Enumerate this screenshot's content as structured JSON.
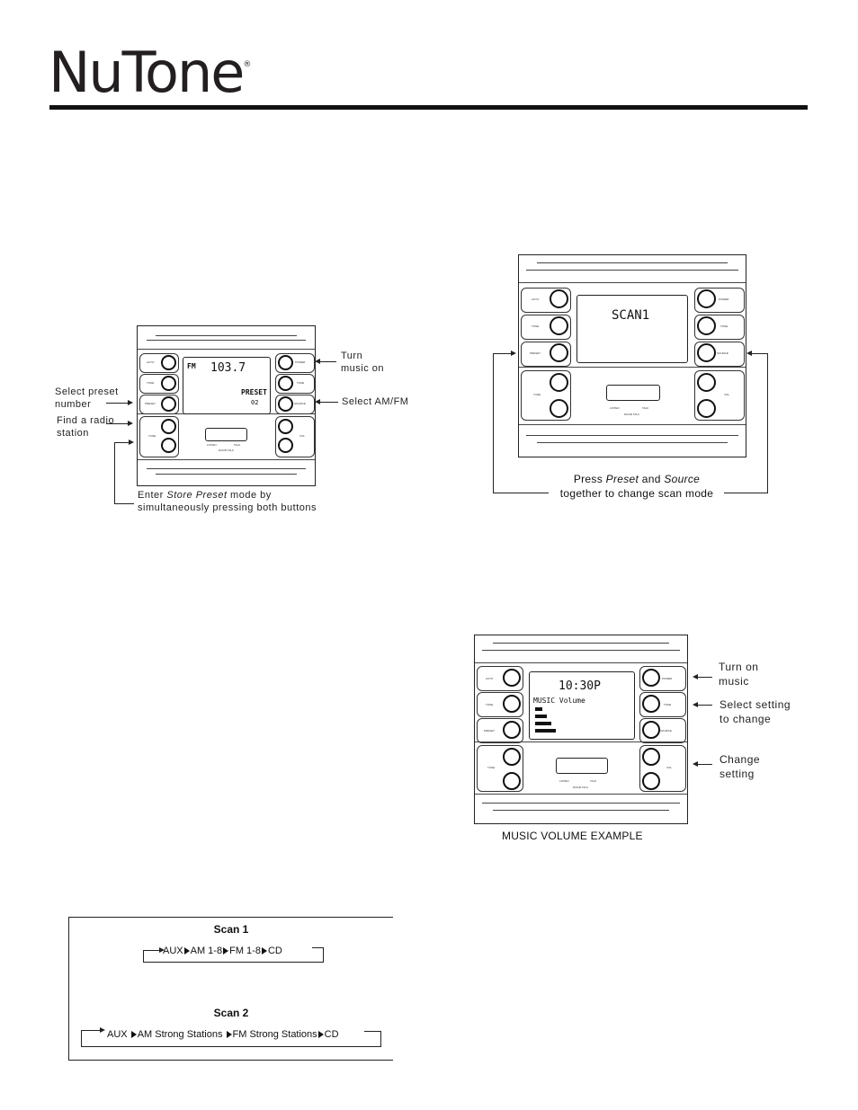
{
  "brand": {
    "logo_text": "NuTone",
    "trademark": "®"
  },
  "fig1": {
    "lcd_band": "FM",
    "lcd_freq": "103.7",
    "lcd_mode": "PRESET",
    "lcd_num": "02",
    "left_buttons": [
      "AUTO",
      "TONE",
      "PRESET"
    ],
    "right_buttons": [
      "POWER",
      "TONE",
      "SOURCE"
    ],
    "tune_label": "TUNE",
    "vol_label": "VOL",
    "listen": "LISTEN",
    "talk": "TALK",
    "door_talk": "DOOR TALK",
    "callout_turn": "Turn\nmusic on",
    "callout_select_preset": "Select preset\nnumber",
    "callout_select_amfm": "Select AM/FM",
    "callout_find": "Find a radio\nstation",
    "callout_enter_pre": "Enter ",
    "callout_enter_italic": "Store Preset",
    "callout_enter_post": " mode by",
    "callout_enter_2": "simultaneously pressing both buttons"
  },
  "fig2": {
    "lcd_text": "SCAN1",
    "left_buttons": [
      "AUTO",
      "TONE",
      "PRESET"
    ],
    "right_buttons": [
      "POWER",
      "TONE",
      "SOURCE"
    ],
    "tune_label": "TUNE",
    "vol_label": "VOL",
    "listen": "LISTEN",
    "talk": "TALK",
    "door_talk": "DOOR TALK",
    "caption_1_pre": "Press ",
    "caption_1_i1": "Preset",
    "caption_1_mid": " and ",
    "caption_1_i2": "Source",
    "caption_2": "together to change scan mode"
  },
  "fig3": {
    "lcd_time": "10:30P",
    "lcd_label": "MUSIC Volume",
    "left_buttons": [
      "AUTO",
      "TONE",
      "PRESET"
    ],
    "right_buttons": [
      "POWER",
      "TONE",
      "SOURCE"
    ],
    "tune_label": "TUNE",
    "vol_label": "VOL",
    "listen": "LISTEN",
    "talk": "TALK",
    "door_talk": "DOOR TALK",
    "callout_turn": "Turn on\nmusic",
    "callout_select": "Select setting\nto change",
    "callout_change": "Change\nsetting",
    "caption": "MUSIC VOLUME EXAMPLE"
  },
  "scan": {
    "scan1_title": "Scan 1",
    "scan1_items": [
      "AUX",
      "AM 1-8",
      "FM 1-8",
      "CD"
    ],
    "scan2_title": "Scan 2",
    "scan2_items": [
      "AUX ",
      "AM Strong Stations ",
      "FM Strong Stations",
      "CD"
    ]
  }
}
